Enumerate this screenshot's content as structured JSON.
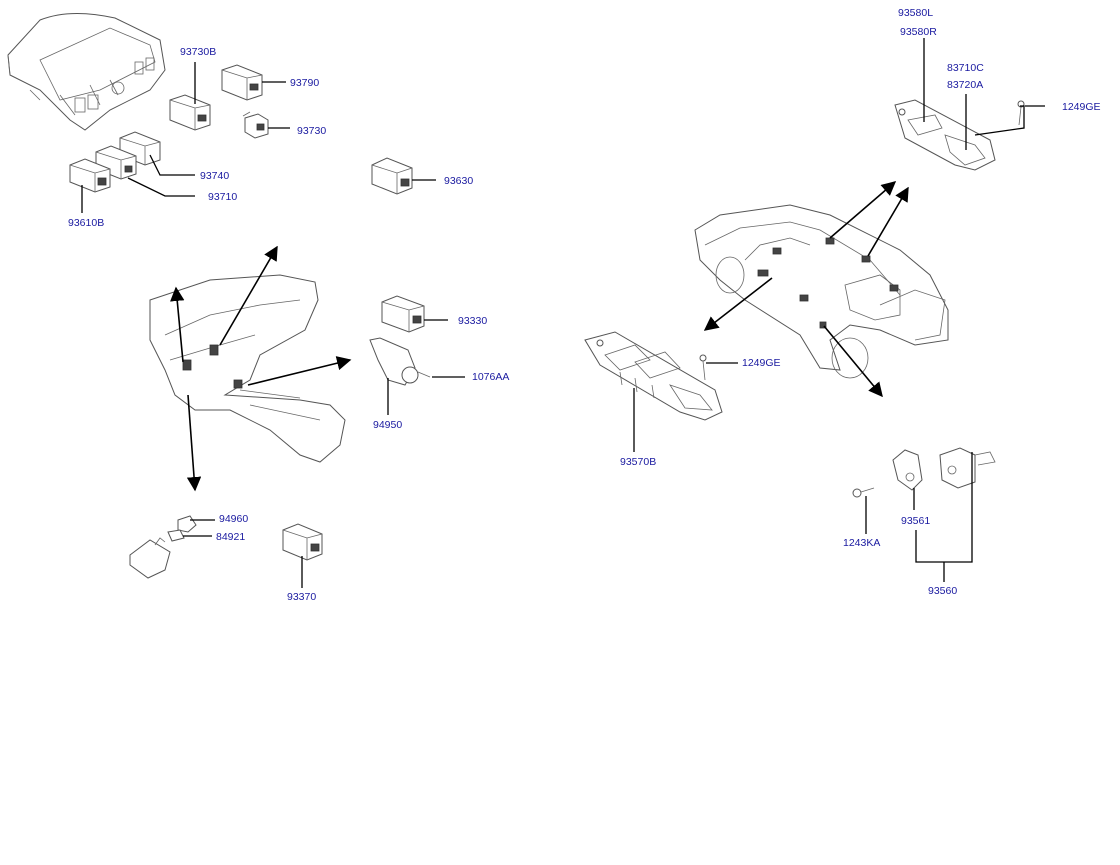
{
  "labels": {
    "p93580L": "93580L",
    "p93580R": "93580R",
    "p83710C": "83710C",
    "p83720A": "83720A",
    "p1249GE_top": "1249GE",
    "p93730B": "93730B",
    "p93790": "93790",
    "p93730": "93730",
    "p93740": "93740",
    "p93710": "93710",
    "p93610B": "93610B",
    "p93630": "93630",
    "p93330": "93330",
    "p1076AA": "1076AA",
    "p94950": "94950",
    "p1249GE_mid": "1249GE",
    "p93570B": "93570B",
    "p94960": "94960",
    "p84921": "84921",
    "p93370": "93370",
    "p93561": "93561",
    "p1243KA": "1243KA",
    "p93560": "93560"
  },
  "colors": {
    "label": "#1a1aa0",
    "line": "#555555",
    "leader": "#000000"
  }
}
